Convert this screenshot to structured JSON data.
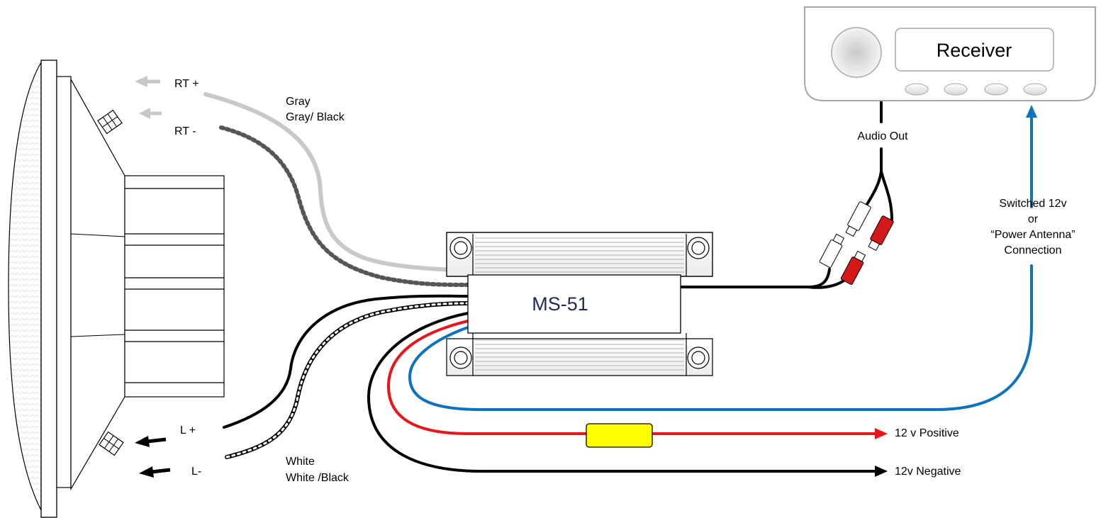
{
  "receiver": {
    "label": "Receiver",
    "audio_out": "Audio Out"
  },
  "module": {
    "label": "MS-51"
  },
  "speaker_wires": {
    "rt_plus": "RT +",
    "rt_minus": "RT -",
    "gray": "Gray",
    "gray_black": "Gray/ Black",
    "l_plus": "L +",
    "l_minus": "L-",
    "white": "White",
    "white_black": "White /Black"
  },
  "power": {
    "switched_line1": "Switched 12v",
    "switched_line2": "or",
    "switched_line3": "“Power Antenna”",
    "switched_line4": "Connection",
    "positive": "12 v  Positive",
    "negative": "12v Negative"
  },
  "colors": {
    "red": "#e8161b",
    "blue": "#0f72be",
    "gray": "#c8c8c8",
    "black": "#000000",
    "fuse": "#ffff00",
    "rca_red": "#d41818"
  }
}
